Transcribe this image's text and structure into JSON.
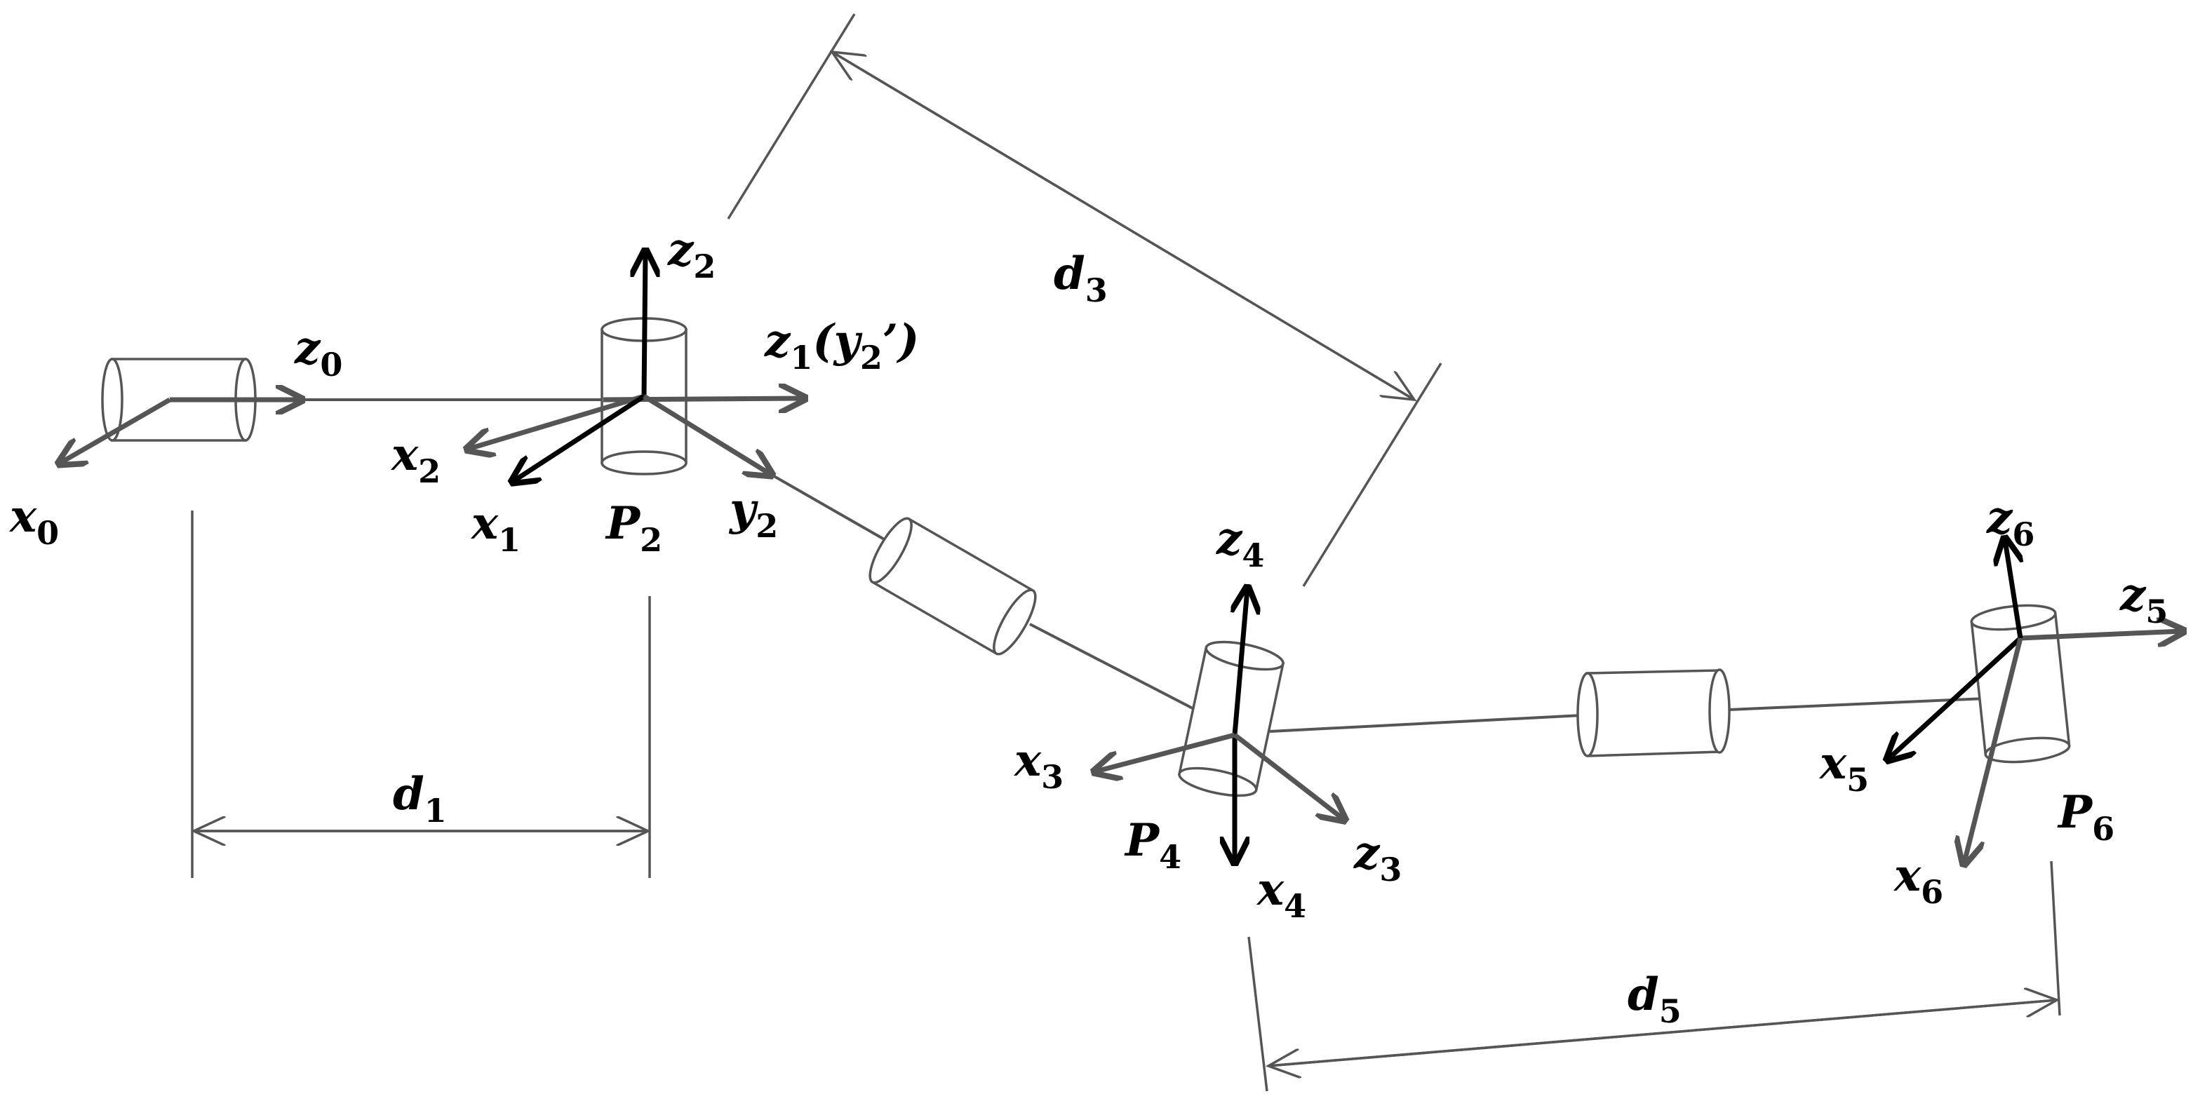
{
  "labels": {
    "x0": {
      "main": "x",
      "sub": "0"
    },
    "z0": {
      "main": "z",
      "sub": "0"
    },
    "x1": {
      "main": "x",
      "sub": "1"
    },
    "x2": {
      "main": "x",
      "sub": "2"
    },
    "z2": {
      "main": "z",
      "sub": "2"
    },
    "z1": {
      "main": "z",
      "sub": "1",
      "suffix": "(y",
      "suffix_sub": "2",
      "suffix_end": "’)"
    },
    "y2": {
      "main": "y",
      "sub": "2"
    },
    "P2": {
      "main": "P",
      "sub": "2"
    },
    "d1": {
      "main": "d",
      "sub": "1"
    },
    "d3": {
      "main": "d",
      "sub": "3"
    },
    "z4": {
      "main": "z",
      "sub": "4"
    },
    "x3": {
      "main": "x",
      "sub": "3"
    },
    "P4": {
      "main": "P",
      "sub": "4"
    },
    "x4": {
      "main": "x",
      "sub": "4"
    },
    "z3": {
      "main": "z",
      "sub": "3"
    },
    "d5": {
      "main": "d",
      "sub": "5"
    },
    "z6": {
      "main": "z",
      "sub": "6"
    },
    "z5": {
      "main": "z",
      "sub": "5"
    },
    "x5": {
      "main": "x",
      "sub": "5"
    },
    "P6": {
      "main": "P",
      "sub": "6"
    },
    "x6": {
      "main": "x",
      "sub": "6"
    }
  },
  "colors": {
    "gray_axis": "#555555",
    "black_axis": "#000000",
    "background": "#ffffff"
  }
}
